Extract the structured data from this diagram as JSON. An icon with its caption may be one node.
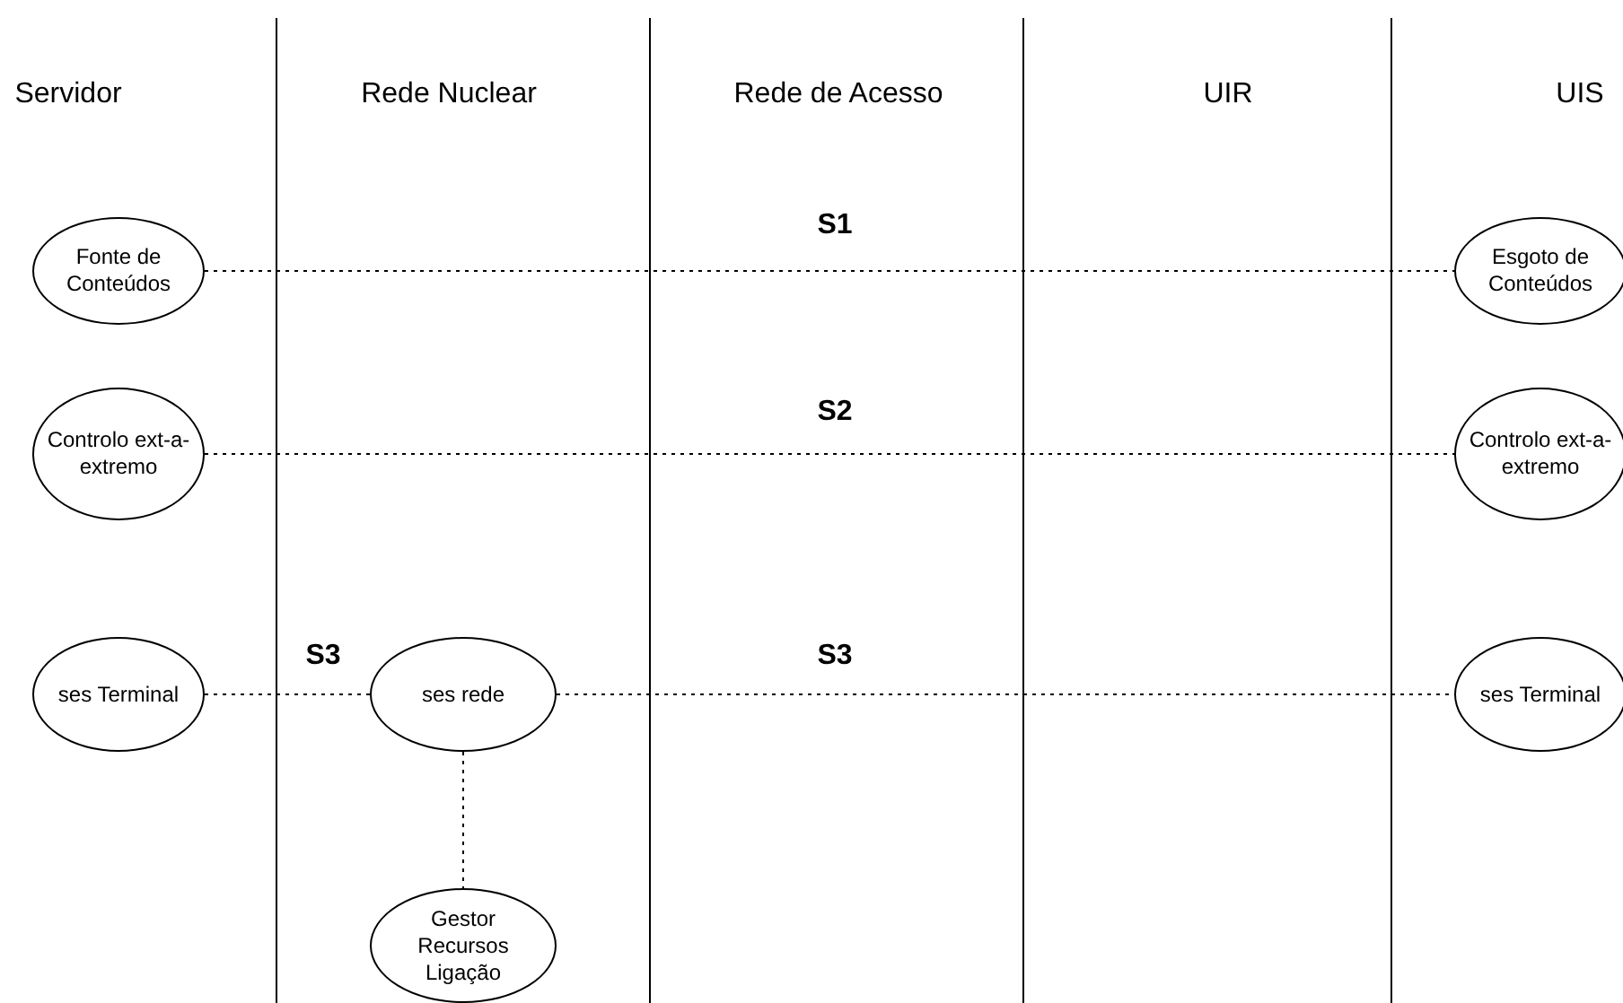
{
  "diagram": {
    "nodes": [
      {
        "text": [
          "Fonte de Conteúdos"
        ]
      },
      {
        "text": [
          "Esgoto de Conteúdos"
        ]
      },
      {
        "text": [
          "Controlo ext-a-extremo"
        ]
      },
      {
        "text": [
          "Controlo ext-a-extremo"
        ]
      },
      {
        "text": [
          "ses Terminal"
        ]
      },
      {
        "text": [
          "ses rede"
        ]
      },
      {
        "text": [
          "ses Terminal"
        ]
      },
      {
        "text": [
          "Gestor Recursos Ligação"
        ]
      }
    ],
    "edges": [
      {
        "from": 0,
        "to": 1,
        "arrow": "none",
        "label": "S1",
        "style": "dashed"
      },
      {
        "from": 2,
        "to": 3,
        "arrow": "none",
        "label": "S2",
        "style": "dashed"
      },
      {
        "from": 4,
        "to": 5,
        "arrow": "none",
        "label": "S3",
        "style": "dashed"
      },
      {
        "from": 5,
        "to": 6,
        "arrow": "none",
        "label": "S3",
        "style": "dashed"
      },
      {
        "from": 5,
        "to": 7,
        "arrow": "none",
        "style": "dashed"
      }
    ],
    "labels": [
      "Servidor",
      "Rede Nuclear",
      "Rede de Acesso",
      "UIR",
      "UIS"
    ]
  }
}
